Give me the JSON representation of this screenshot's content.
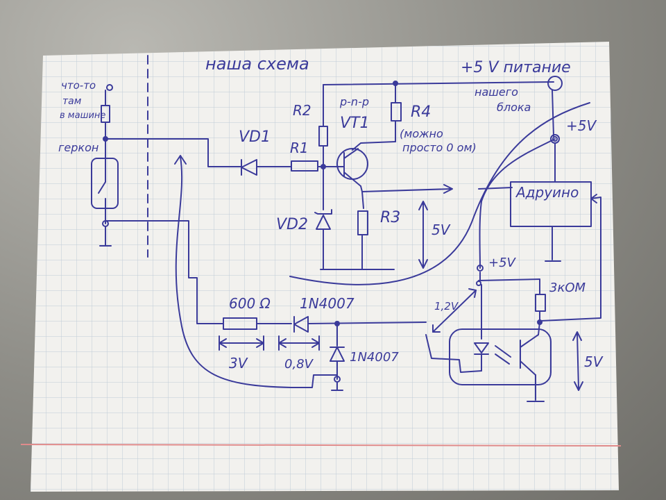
{
  "title": "наша схема",
  "labels": {
    "power_supply": "+5 V питание",
    "power_supply_2": "нашего",
    "power_supply_3": "блока",
    "something_1": "что-то",
    "something_2": "там",
    "something_3": "в машине",
    "gerkon": "геркон",
    "vd1": "VD1",
    "r1": "R1",
    "r2": "R2",
    "pnp": "p-n-p",
    "vt1": "VT1",
    "r4": "R4",
    "r4_note_1": "(можно",
    "r4_note_2": "просто 0 ом)",
    "vd2": "VD2",
    "r3": "R3",
    "v5_left": "5V",
    "arduino": "Адруино",
    "plus5_top": "+5V",
    "plus5_mid": "+5V",
    "r_3kom": "3кОМ",
    "v12": "1,2V",
    "r600": "600 Ω",
    "d1n4007_a": "1N4007",
    "d1n4007_b": "1N4007",
    "v3": "3V",
    "v08": "0,8V",
    "v5_right": "5V"
  },
  "colors": {
    "ink": "#3a3a9a",
    "grid": "#b9c6d4",
    "paper": "#f2f1ee",
    "margin_line": "#e08b8b"
  }
}
